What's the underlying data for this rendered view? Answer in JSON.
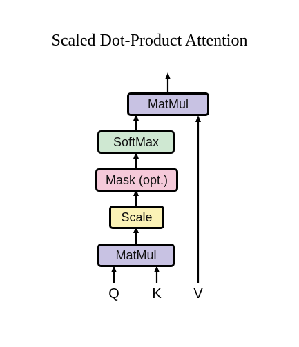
{
  "title": "Scaled Dot-Product Attention",
  "blocks": {
    "matmul_top": {
      "label": "MatMul",
      "color": "#c8c2e3"
    },
    "softmax": {
      "label": "SoftMax",
      "color": "#cfe8d2"
    },
    "mask": {
      "label": "Mask (opt.)",
      "color": "#f5c9d9"
    },
    "scale": {
      "label": "Scale",
      "color": "#fbf2b6"
    },
    "matmul_bottom": {
      "label": "MatMul",
      "color": "#c8c2e3"
    }
  },
  "inputs": {
    "q": "Q",
    "k": "K",
    "v": "V"
  }
}
